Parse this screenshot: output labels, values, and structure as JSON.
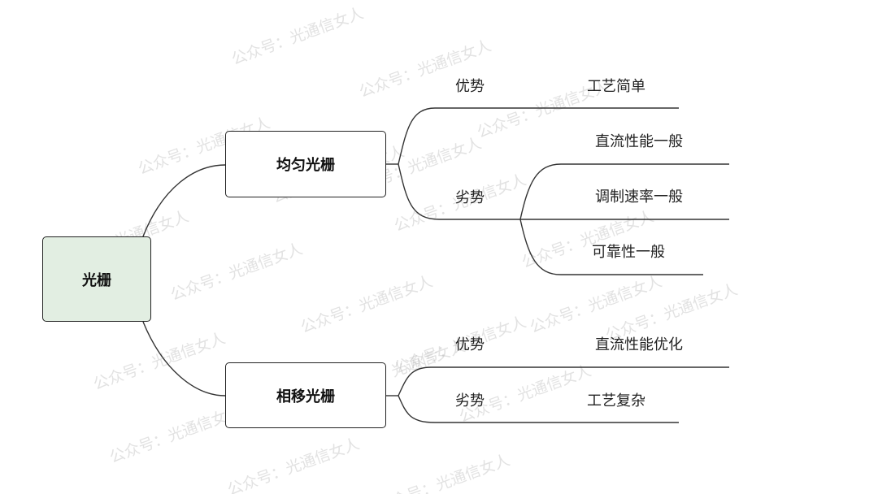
{
  "watermark": "公众号：光通信女人",
  "root": {
    "label": "光栅"
  },
  "branches": [
    {
      "label": "均匀光栅",
      "advantage": {
        "label": "优势",
        "items": [
          "工艺简单"
        ]
      },
      "disadvantage": {
        "label": "劣势",
        "items": [
          "直流性能一般",
          "调制速率一般",
          "可靠性一般"
        ]
      }
    },
    {
      "label": "相移光栅",
      "advantage": {
        "label": "优势",
        "items": [
          "直流性能优化"
        ]
      },
      "disadvantage": {
        "label": "劣势",
        "items": [
          "工艺复杂"
        ]
      }
    }
  ],
  "colors": {
    "root_fill": "#e2eee2",
    "line": "#333333"
  }
}
